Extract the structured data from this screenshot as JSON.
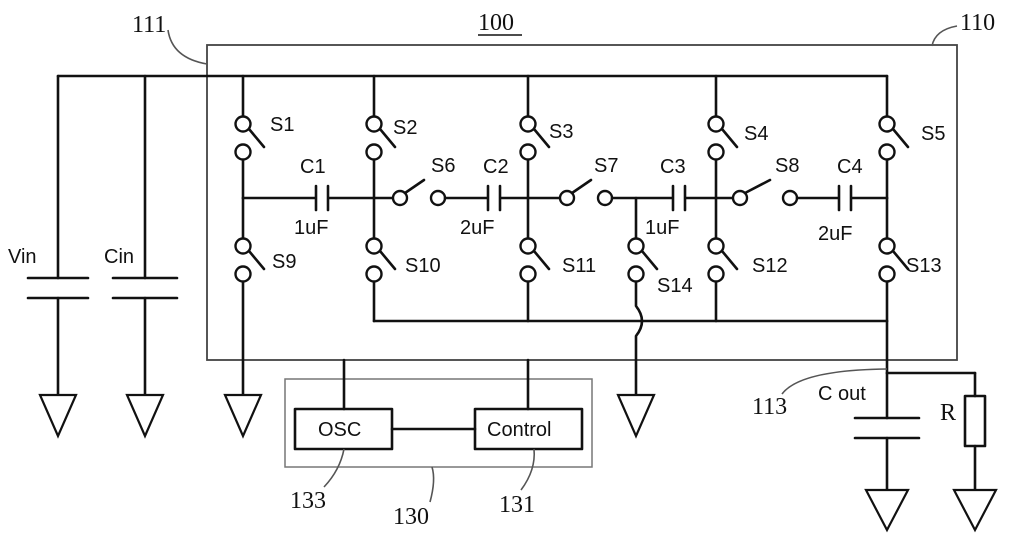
{
  "refs": {
    "main": "100",
    "converter_box": "110",
    "input_node": "111",
    "output_node": "113",
    "control_box": "130",
    "control_ref": "131",
    "osc_ref": "133"
  },
  "blocks": {
    "osc": "OSC",
    "control": "Control"
  },
  "sources": {
    "vin": "Vin",
    "cin": "Cin",
    "cout": "C out",
    "r": "R"
  },
  "switches": [
    "S1",
    "S2",
    "S3",
    "S4",
    "S5",
    "S6",
    "S7",
    "S8",
    "S9",
    "S10",
    "S11",
    "S12",
    "S13",
    "S14"
  ],
  "capacitors": [
    {
      "name": "C1",
      "value": "1uF"
    },
    {
      "name": "C2",
      "value": "2uF"
    },
    {
      "name": "C3",
      "value": "1uF"
    },
    {
      "name": "C4",
      "value": "2uF"
    }
  ]
}
